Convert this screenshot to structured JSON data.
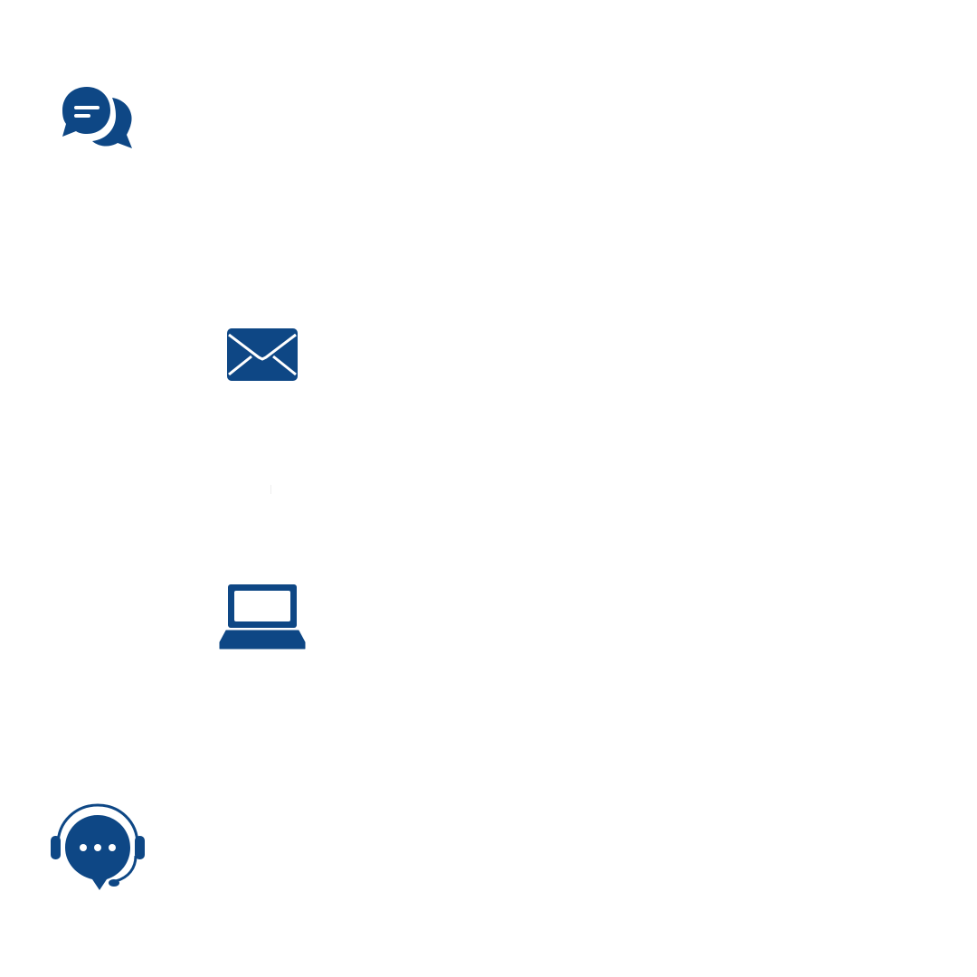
{
  "colors": {
    "icon": "#0e4785",
    "background": "#ffffff"
  },
  "icons": [
    {
      "id": "chat",
      "name": "chat-bubbles-icon"
    },
    {
      "id": "mail",
      "name": "envelope-icon"
    },
    {
      "id": "laptop",
      "name": "laptop-icon"
    },
    {
      "id": "support",
      "name": "headset-support-icon"
    }
  ]
}
